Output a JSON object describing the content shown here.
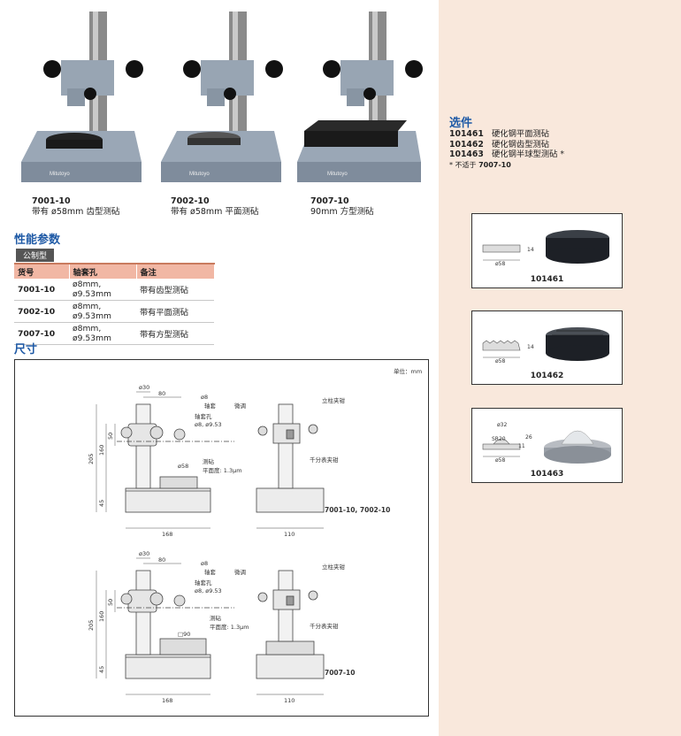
{
  "products": [
    {
      "code": "7001-10",
      "desc": "带有 ø58mm 齿型测砧",
      "brand": "Mitutoyo"
    },
    {
      "code": "7002-10",
      "desc": "带有 ø58mm 平面测砧",
      "brand": "Mitutoyo"
    },
    {
      "code": "7007-10",
      "desc": "90mm 方型测砧",
      "brand": "Mitutoyo"
    }
  ],
  "performance": {
    "title": "性能参数",
    "badge": "公制型",
    "headers": [
      "货号",
      "轴套孔",
      "备注"
    ],
    "rows": [
      [
        "7001-10",
        "ø8mm, ø9.53mm",
        "带有齿型测砧"
      ],
      [
        "7002-10",
        "ø8mm, ø9.53mm",
        "带有平面测砧"
      ],
      [
        "7007-10",
        "ø8mm, ø9.53mm",
        "带有方型测砧"
      ]
    ]
  },
  "dimensions": {
    "title": "尺寸",
    "unit": "单位：mm",
    "top": {
      "model": "7001-10, 7002-10",
      "d30": "ø30",
      "d80": "80",
      "d8": "ø8",
      "sleeve": "轴套",
      "hole": "轴套孔",
      "hole_sizes": "ø8, ø9.53",
      "h205": "205",
      "h160": "160",
      "h50": "50",
      "h45": "45",
      "d58": "ø58",
      "anvil": "测砧",
      "flatness": "平面度: 1.3μm",
      "w168": "168",
      "w110": "110",
      "fine": "微调",
      "post_clamp": "立柱夹钳",
      "dial_clamp": "千分表夹钳"
    },
    "bottom": {
      "model": "7007-10",
      "d30": "ø30",
      "d80": "80",
      "d8": "ø8",
      "sleeve": "轴套",
      "hole": "轴套孔",
      "hole_sizes": "ø8, ø9.53",
      "h205": "205",
      "h160": "160",
      "h50": "50",
      "h45": "45",
      "sq90": "□90",
      "anvil": "测砧",
      "flatness": "平面度: 1.3μm",
      "w168": "168",
      "w110": "110",
      "fine": "微调",
      "post_clamp": "立柱夹钳",
      "dial_clamp": "千分表夹钳"
    }
  },
  "options": {
    "title": "选件",
    "items": [
      {
        "code": "101461",
        "desc": "硬化钢平面测砧"
      },
      {
        "code": "101462",
        "desc": "硬化钢齿型测砧"
      },
      {
        "code": "101463",
        "desc": "硬化钢半球型测砧 *"
      }
    ],
    "note_prefix": "* 不适于 ",
    "note_code": "7007-10",
    "cards": [
      {
        "label": "101461",
        "h": "14",
        "d": "ø58"
      },
      {
        "label": "101462",
        "h": "14",
        "d": "ø58"
      },
      {
        "label": "101463",
        "d32": "ø32",
        "sr": "SR20",
        "h11": "11",
        "h26": "26",
        "d": "ø58"
      }
    ]
  },
  "colors": {
    "accent": "#1f5aa6",
    "header_bg": "#f1b7a4",
    "panel_bg": "#f9e8dc"
  }
}
